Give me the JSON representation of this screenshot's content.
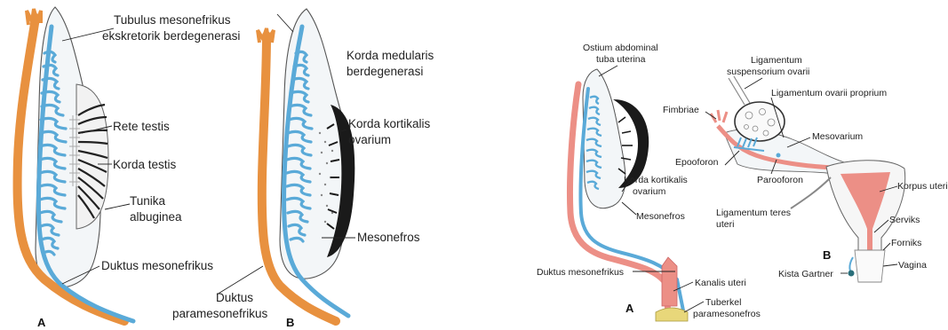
{
  "left_figure": {
    "panel_a": "A",
    "panel_b": "B",
    "labels": {
      "tubulus": [
        "Tubulus mesonefrikus",
        "ekskretorik berdegenerasi"
      ],
      "rete_testis": "Rete testis",
      "korda_testis": "Korda testis",
      "tunika": [
        "Tunika",
        "albuginea"
      ],
      "duktus_mesonefrikus": "Duktus mesonefrikus",
      "korda_medularis": [
        "Korda medularis",
        "berdegenerasi"
      ],
      "korda_kortikalis": [
        "Korda kortikalis",
        "ovarium"
      ],
      "mesonefros": "Mesonefros",
      "duktus_paramesonefrikus": [
        "Duktus",
        "paramesonefrikus"
      ]
    }
  },
  "right_figure": {
    "panel_a": "A",
    "panel_b": "B",
    "labels": {
      "ostium": [
        "Ostium abdominal",
        "tuba uterina"
      ],
      "korda_kortikalis": [
        "Korda kortikalis",
        "ovarium"
      ],
      "mesonefros": "Mesonefros",
      "duktus_mesonefrikus": "Duktus mesonefrikus",
      "kanalis_uteri": "Kanalis uteri",
      "tuberkel": [
        "Tuberkel",
        "paramesonefros"
      ],
      "lig_suspensorium": [
        "Ligamentum",
        "suspensorium ovarii"
      ],
      "lig_ovarii_proprium": "Ligamentum ovarii proprium",
      "fimbriae": "Fimbriae",
      "mesovarium": "Mesovarium",
      "epooforon": "Epooforon",
      "parooforon": "Parooforon",
      "korpus_uteri": "Korpus uteri",
      "lig_teres": [
        "Ligamentum teres",
        "uteri"
      ],
      "serviks": "Serviks",
      "forniks": "Forniks",
      "kista_gartner": "Kista Gartner",
      "vagina": "Vagina"
    }
  },
  "colors": {
    "paramesonephric_duct": "#e8913f",
    "mesonephric_duct": "#5aaad8",
    "uterus_pink": "#ec8f86",
    "gonad_black": "#1a1a1a",
    "tubercle_yellow": "#e8d77a"
  }
}
